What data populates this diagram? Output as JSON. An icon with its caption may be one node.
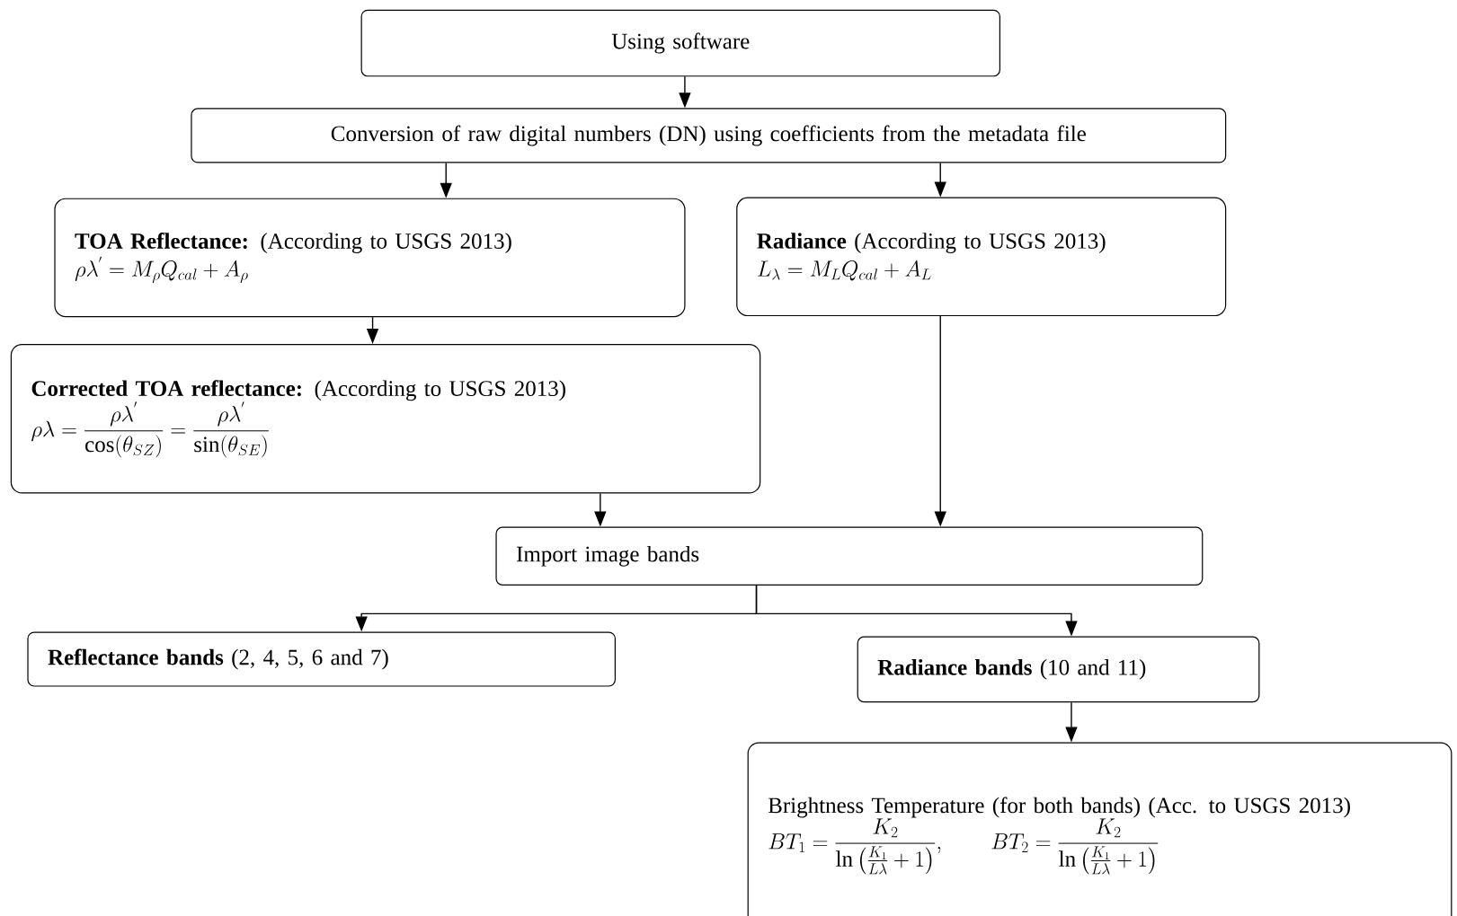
{
  "diagram": {
    "nodes": [
      {
        "text": [
          "Using software"
        ]
      },
      {
        "text": [
          "Conversion of raw digital numbers (DN) using coefficients from the metadata file"
        ]
      },
      {
        "text": [
          "**TOA Reflectance:** (According to USGS 2013)",
          "\\rho\\lambda^{'} = M_{\\rho} Q_{cal} + A_{\\rho}"
        ]
      },
      {
        "text": [
          "**Radiance** (According to USGS 2013)",
          "L_{\\lambda} = M_{L} Q_{cal} + A_{L}"
        ]
      },
      {
        "text": [
          "**Corrected TOA reflectance:** (According to USGS 2013)",
          "\\rho\\lambda = \\frac{\\rho\\lambda^{'}}{\\cos(\\theta_{SZ})} = \\frac{\\rho\\lambda^{'}}{\\sin(\\theta_{SE})}"
        ]
      },
      {
        "text": [
          "Import image bands"
        ]
      },
      {
        "text": [
          "**Reflectance bands** (2, 4, 5, 6 and 7)"
        ]
      },
      {
        "text": [
          "**Radiance bands** (10 and 11)"
        ]
      },
      {
        "text": [
          "Brightness Temperature (for both bands) (Acc. to USGS 2013)",
          "BT_{1} = \\frac{K_{2}}{\\ln\\left(\\frac{K_{1}}{L\\lambda}+1\\right)} ,\\qquad BT_{2} = \\frac{K_{2}}{\\ln\\left(\\frac{K_{1}}{L\\lambda}+1\\right)}"
        ]
      }
    ],
    "edges": [
      {
        "from": 0,
        "to": 1,
        "arrow": "to"
      },
      {
        "from": 1,
        "to": 2,
        "arrow": "to"
      },
      {
        "from": 1,
        "to": 3,
        "arrow": "to"
      },
      {
        "from": 2,
        "to": 4,
        "arrow": "to"
      },
      {
        "from": 4,
        "to": 5,
        "arrow": "to"
      },
      {
        "from": 3,
        "to": 5,
        "arrow": "to"
      },
      {
        "from": 5,
        "to": 6,
        "arrow": "to"
      },
      {
        "from": 5,
        "to": 7,
        "arrow": "to"
      },
      {
        "from": 7,
        "to": 8,
        "arrow": "to"
      }
    ]
  }
}
